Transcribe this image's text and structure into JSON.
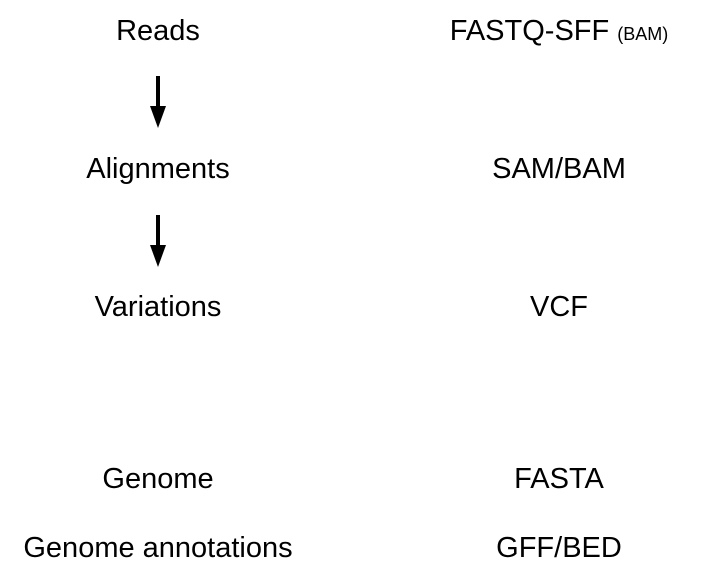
{
  "rows": [
    {
      "stage": "Reads",
      "format": "FASTQ-SFF",
      "format_extra": "(BAM)"
    },
    {
      "stage": "Alignments",
      "format": "SAM/BAM"
    },
    {
      "stage": "Variations",
      "format": "VCF"
    },
    {
      "stage": "Genome",
      "format": "FASTA"
    },
    {
      "stage": "Genome annotations",
      "format": "GFF/BED"
    }
  ],
  "colors": {
    "text": "#000000",
    "background": "#ffffff",
    "arrow": "#000000"
  },
  "icons": {
    "flow_arrow": "arrow-down-icon"
  }
}
